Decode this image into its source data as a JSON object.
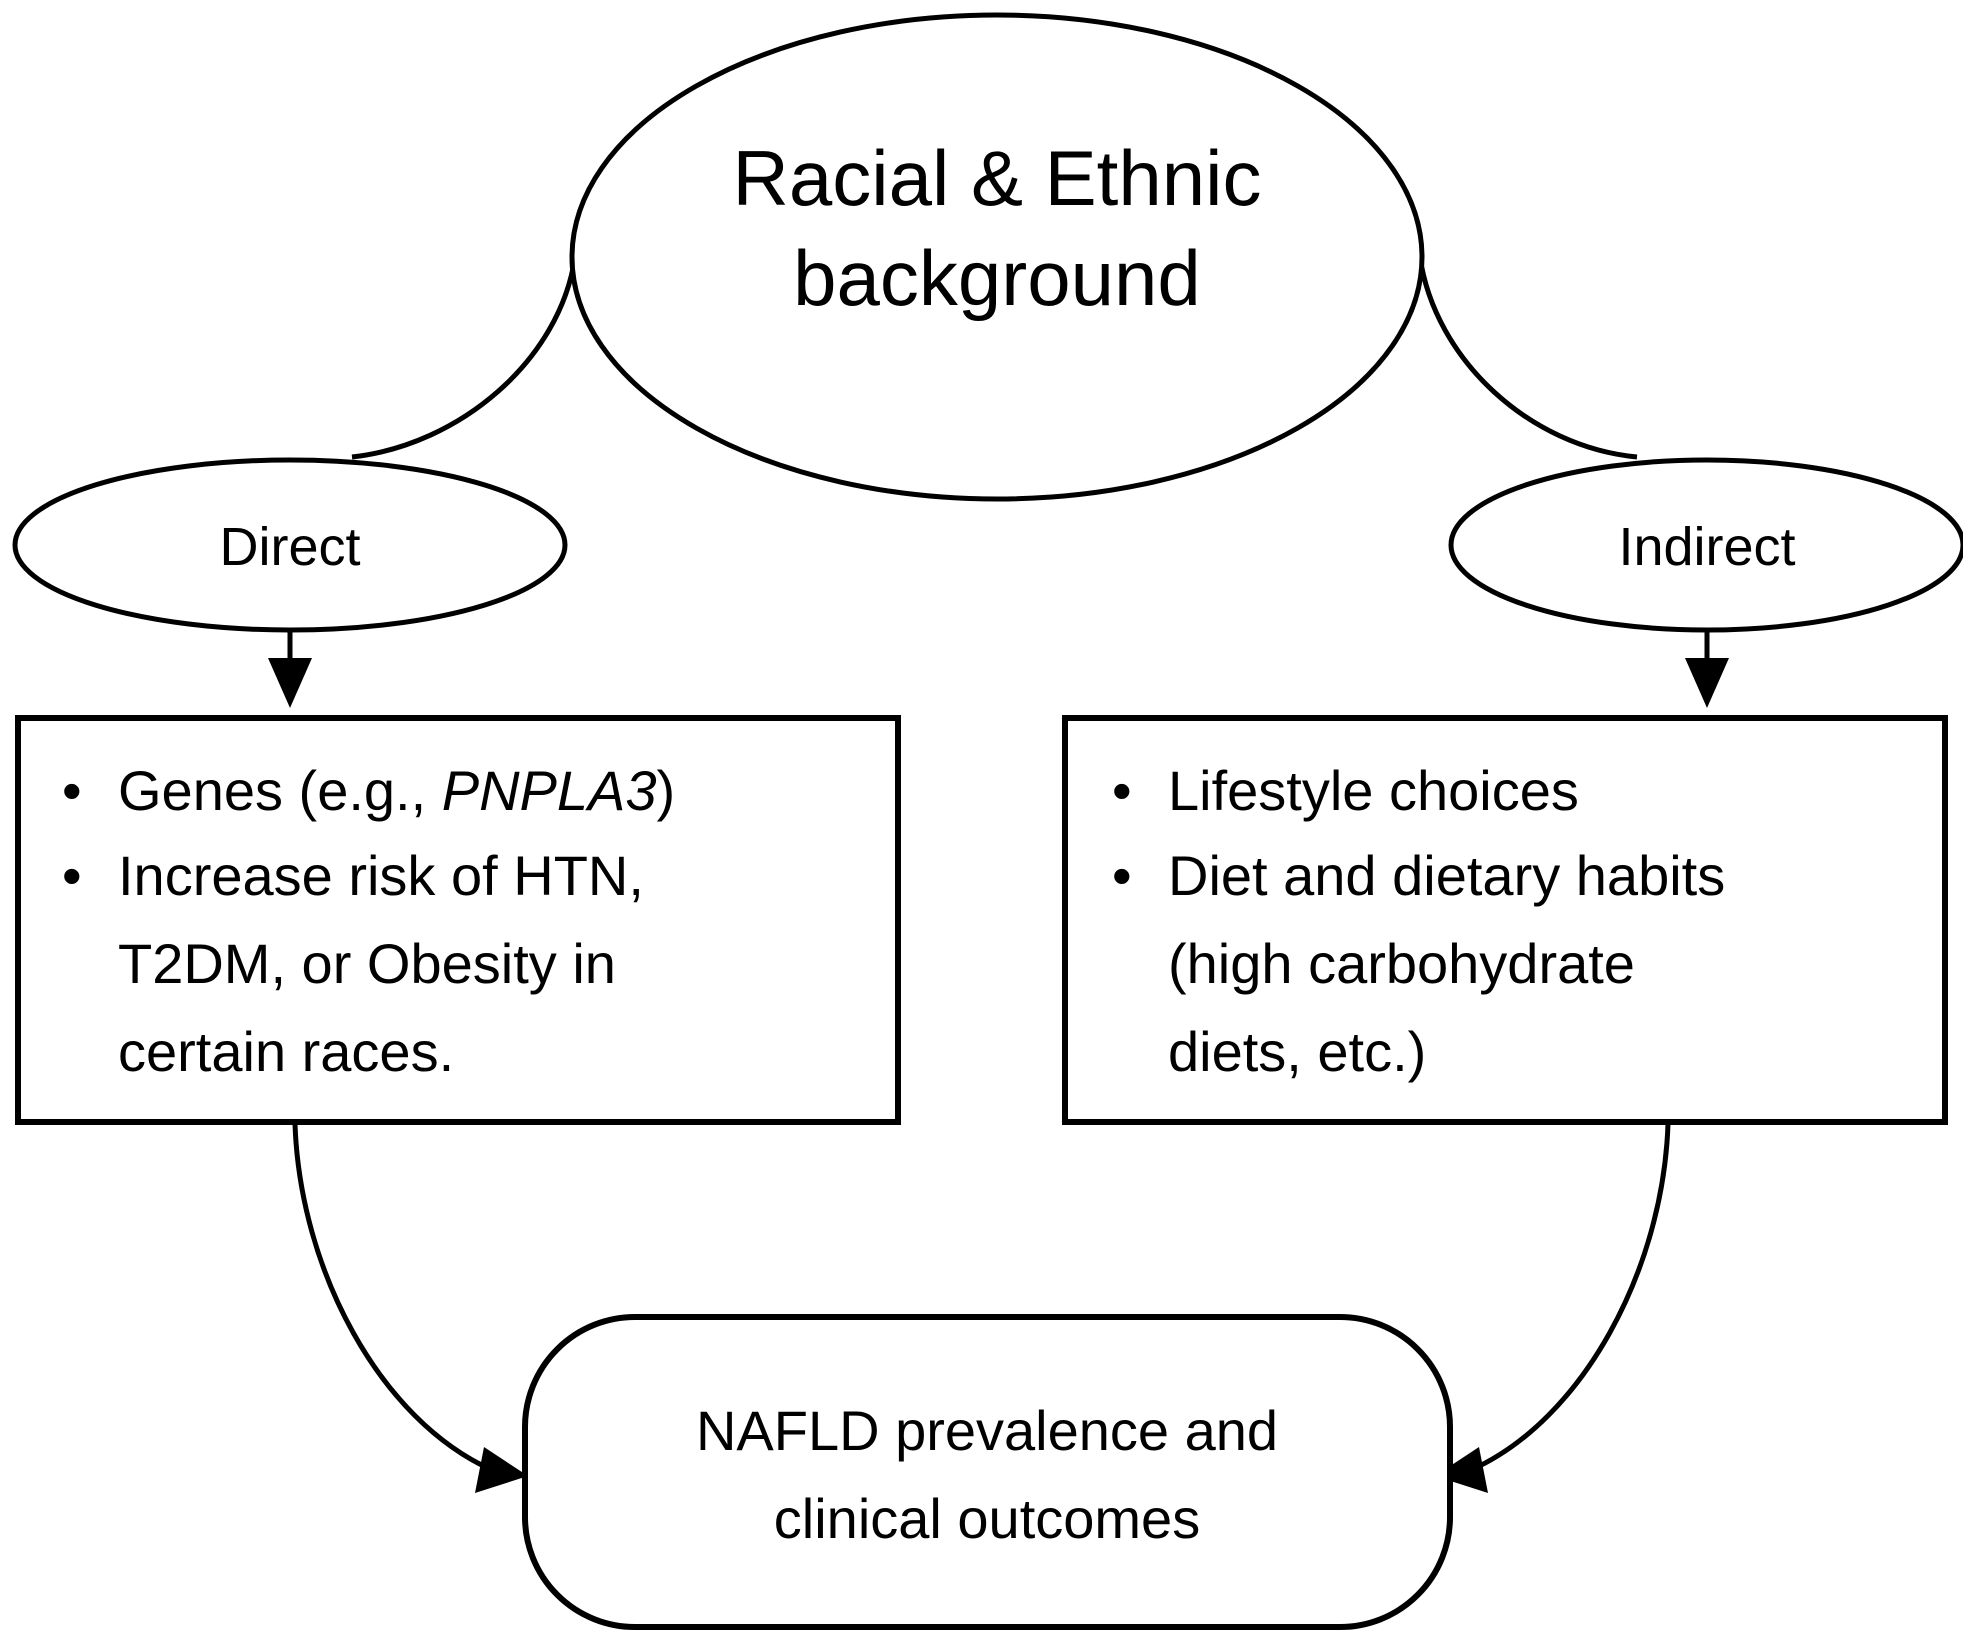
{
  "diagram": {
    "title_node": {
      "id": "racial-ethnic-background",
      "shape": "ellipse",
      "lines": [
        "Racial & Ethnic",
        "background"
      ]
    },
    "branch_nodes": [
      {
        "id": "direct",
        "shape": "ellipse",
        "label": "Direct"
      },
      {
        "id": "indirect",
        "shape": "ellipse",
        "label": "Indirect"
      }
    ],
    "left_box": {
      "id": "direct-factors",
      "shape": "rectangle",
      "bullets": [
        {
          "lines": [
            {
              "segments": [
                {
                  "text": "Genes (e.g., ",
                  "style": "normal"
                },
                {
                  "text": "PNPLA3",
                  "style": "italic"
                },
                {
                  "text": ")",
                  "style": "normal"
                }
              ]
            }
          ]
        },
        {
          "lines": [
            {
              "segments": [
                {
                  "text": "Increase risk of HTN,",
                  "style": "normal"
                }
              ]
            },
            {
              "segments": [
                {
                  "text": "T2DM, or Obesity in",
                  "style": "normal"
                }
              ]
            },
            {
              "segments": [
                {
                  "text": "certain races.",
                  "style": "normal"
                }
              ]
            }
          ]
        }
      ]
    },
    "right_box": {
      "id": "indirect-factors",
      "shape": "rectangle",
      "bullets": [
        {
          "lines": [
            {
              "segments": [
                {
                  "text": "Lifestyle choices",
                  "style": "normal"
                }
              ]
            }
          ]
        },
        {
          "lines": [
            {
              "segments": [
                {
                  "text": "Diet and dietary habits",
                  "style": "normal"
                }
              ]
            },
            {
              "segments": [
                {
                  "text": "(high carbohydrate",
                  "style": "normal"
                }
              ]
            },
            {
              "segments": [
                {
                  "text": "diets, etc.)",
                  "style": "normal"
                }
              ]
            }
          ]
        }
      ]
    },
    "outcome_node": {
      "id": "nafld-outcome",
      "shape": "rounded-rectangle",
      "lines": [
        "NAFLD prevalence and",
        "clinical outcomes"
      ]
    },
    "bullet_glyph": "•",
    "colors": {
      "stroke": "#000000",
      "fill": "#ffffff",
      "text": "#000000"
    },
    "text_flat": {
      "center_line1": "Racial & Ethnic",
      "center_line2": "background",
      "direct": "Direct",
      "indirect": "Indirect",
      "l1": "Genes (e.g., ",
      "l1_italic": "PNPLA3",
      "l1_end": ")",
      "l2": "Increase risk of HTN,",
      "l3": "T2DM, or Obesity in",
      "l4": "certain races.",
      "r1": "Lifestyle choices",
      "r2": "Diet and dietary habits",
      "r3": "(high carbohydrate",
      "r4": "diets, etc.)",
      "o1": "NAFLD prevalence and",
      "o2": "clinical outcomes"
    }
  }
}
